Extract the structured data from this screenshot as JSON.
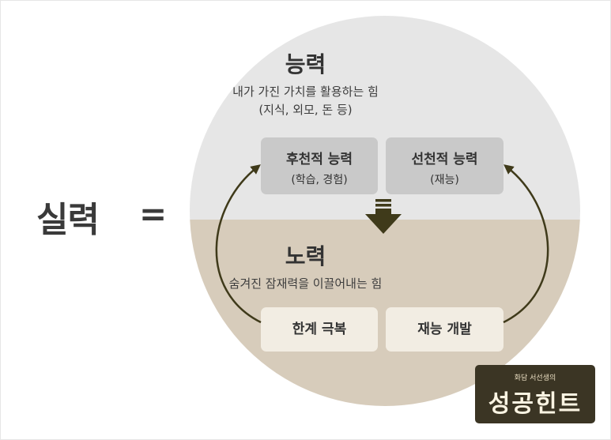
{
  "formula": {
    "lhs": "실력",
    "eq": "="
  },
  "ability": {
    "title": "능력",
    "desc_line1": "내가 가진 가치를 활용하는 힘",
    "desc_line2": "(지식, 외모, 돈 등)",
    "boxes": [
      {
        "title": "후천적 능력",
        "sub": "(학습, 경험)"
      },
      {
        "title": "선천적 능력",
        "sub": "(재능)"
      }
    ]
  },
  "effort": {
    "title": "노력",
    "desc": "숨겨진 잠재력을 이끌어내는 힘",
    "boxes": [
      {
        "title": "한계 극복"
      },
      {
        "title": "재능 개발"
      }
    ]
  },
  "badge": {
    "sub": "화담 서선생의",
    "main": "성공힌트"
  },
  "colors": {
    "top_half": "#e6e6e6",
    "bottom_half": "#d7ccbb",
    "arrow": "#3f3a1a",
    "badge_bg": "#3b3524"
  }
}
